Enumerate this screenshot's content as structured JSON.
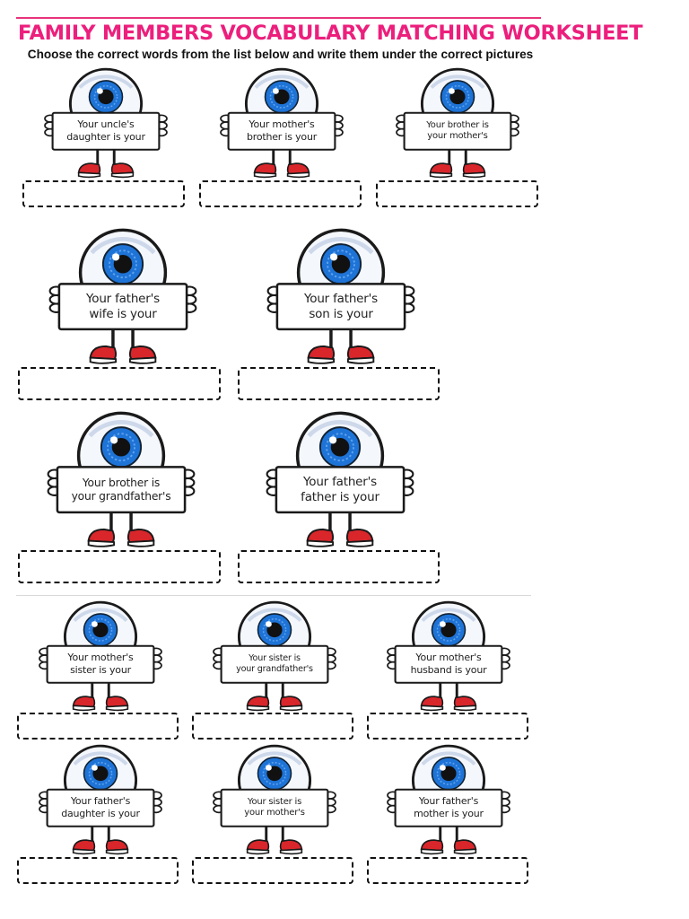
{
  "header": {
    "title": "FAMILY MEMBERS VOCABULARY MATCHING WORKSHEET",
    "instructions": "Choose the correct words from the list below and write them under the correct pictures"
  },
  "colors": {
    "title_pink": "#ec1f7d",
    "iris_blue": "#1e73d6",
    "pupil": "#111111",
    "shoe_red": "#d8262b"
  },
  "clues": [
    {
      "text": "Your uncle's\ndaughter is your"
    },
    {
      "text": "Your mother's\nbrother is your"
    },
    {
      "text": "Your brother is\nyour mother's"
    },
    {
      "text": "Your father's\nwife is your"
    },
    {
      "text": "Your father's\nson is your"
    },
    {
      "text": "Your brother is\nyour grandfather's"
    },
    {
      "text": "Your father's\nfather is your"
    },
    {
      "text": "Your mother's\nsister is your"
    },
    {
      "text": "Your sister is\nyour grandfather's"
    },
    {
      "text": "Your mother's\nhusband is your"
    },
    {
      "text": "Your father's\ndaughter is your"
    },
    {
      "text": "Your sister is\nyour mother's"
    },
    {
      "text": "Your father's\nmother is your"
    }
  ]
}
